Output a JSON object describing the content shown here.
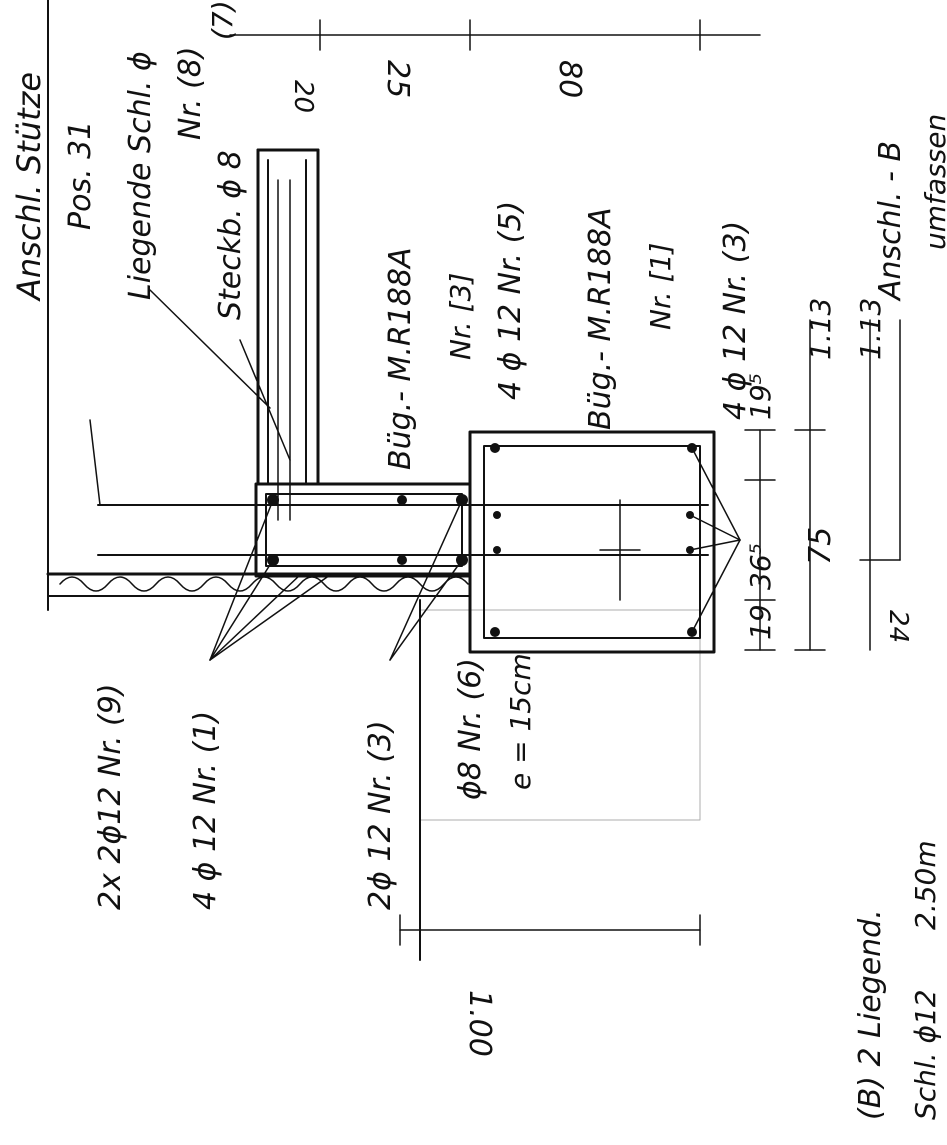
{
  "drawing": {
    "labels": {
      "anschl_stuetze": "Anschl. Stütze",
      "pos_31": "Pos. 31",
      "liegende_schl": "Liegende Schl. ϕ",
      "nr_8_a": "Nr. (8)",
      "steckb": "Steckb. ϕ 8",
      "nr_7": "(7)",
      "buegel_upper": "Büg.- M.R188A",
      "nr_3_box": "Nr. [3]",
      "bars_nr5": "4 ϕ 12 Nr. (5)",
      "buegel_lower": "Büg.- M.R188A",
      "nr_1_box": "Nr. [1]",
      "bars_nr3": "4 ϕ 12 Nr. (3)",
      "anschl_b": "Anschl. - B",
      "umfassen": "umfassen",
      "bars_nr9": "2x 2ϕ12 Nr. (9)",
      "bars_nr1": "4 ϕ 12 Nr. (1)",
      "bars_nr3_b": "2ϕ 12 Nr. (3)",
      "stirrup_nr6": "ϕ8 Nr. (6)",
      "spacing": "e = 15cm",
      "liegend_b": "(B) 2 Liegend.",
      "schl_b": "Schl. ϕ12",
      "schl_b2": "2.50m"
    },
    "dimensions": {
      "d_upper_1": "20",
      "d_upper_2": "25",
      "d_upper_3": "80",
      "d_left": "1.00",
      "d_19": "19",
      "d_365": "36⁵",
      "d_195": "19⁵",
      "d_75": "75",
      "d_113_a": "1.13",
      "d_113_b": "1.13",
      "d_24": "24"
    }
  }
}
